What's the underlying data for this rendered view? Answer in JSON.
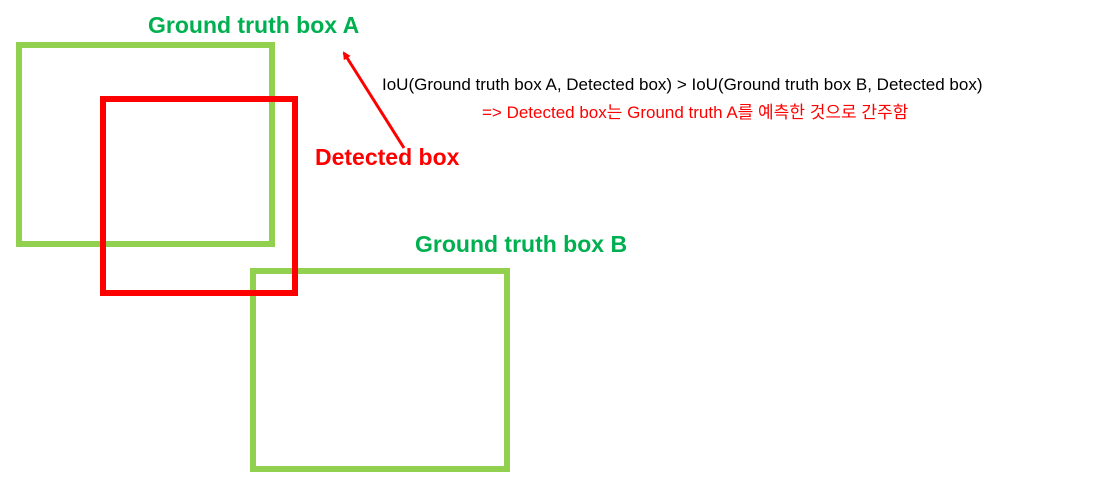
{
  "colors": {
    "ground_truth": "#92d050",
    "ground_truth_label": "#00b050",
    "detected": "#ff0000",
    "text": "#000000"
  },
  "labels": {
    "gt_a": "Ground truth box A",
    "gt_b": "Ground truth box B",
    "detected": "Detected box"
  },
  "note": {
    "line1": "IoU(Ground truth box A, Detected box) > IoU(Ground truth box B, Detected box)",
    "line2": "=> Detected box는 Ground truth A를 예측한 것으로 간주함"
  }
}
